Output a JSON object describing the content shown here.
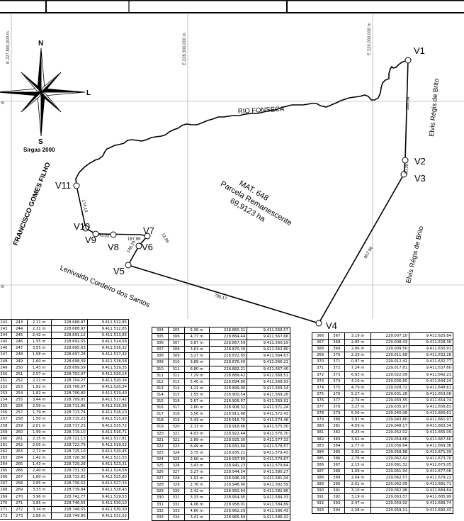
{
  "grid": {
    "easting_labels": [
      "E 227.800,000 m",
      "E 228.300,000 m",
      "E 229.000,000 m"
    ],
    "edge_mark": "m"
  },
  "compass": {
    "north": "N",
    "east": "L",
    "south": "S",
    "datum": "Sirgas 2000"
  },
  "parcel": {
    "mat": "MAT. 648",
    "name": "Parcela Remanescente",
    "area": "69,9123 ha"
  },
  "river": "RIO FONSECA",
  "neighbors": {
    "north_east": "Elvis Régis de Brito",
    "south_east": "Elvis Régis de Brito",
    "west": "FRANCISCO GOMES FILHO",
    "south": "Lenivaldo Cordeiro dos Santos"
  },
  "vertices": {
    "V1": "V1",
    "V2": "V2",
    "V3": "V3",
    "V4": "V4",
    "V5": "V5",
    "V6": "V6",
    "V7": "V7",
    "V8": "V8",
    "V9": "V9",
    "V10": "V10",
    "V11": "V11"
  },
  "segments": {
    "v1_v2": "385,04",
    "v2_v3": "30,25",
    "v3_v4": "857,96",
    "v4_v5": "780,17",
    "v5_v6": "148,29",
    "v6_v7": "13,99",
    "v7_v8": "157,99",
    "v9_v10": "53,03",
    "v10_v11": "174,10"
  },
  "tables": {
    "left": [
      [
        "242",
        "243",
        "2,11 m",
        "228.688,97",
        "9.411.512,85"
      ],
      [
        "243",
        "244",
        "2,11 m",
        "228.688,97",
        "9.411.512,85"
      ],
      [
        "244",
        "245",
        "2,42 m",
        "228.691,12",
        "9.411.513,85"
      ],
      [
        "245",
        "246",
        "1,55 m",
        "228.692,55",
        "9.411.514,58"
      ],
      [
        "246",
        "247",
        "3,55 m",
        "228.695,63",
        "9.411.516,32"
      ],
      [
        "247",
        "248",
        "1,58 m",
        "228.697,28",
        "9.411.517,42"
      ],
      [
        "248",
        "249",
        "1,60 m",
        "228.698,39",
        "9.411.518,58"
      ],
      [
        "249",
        "250",
        "1,43 m",
        "228.699,59",
        "9.411.519,35"
      ],
      [
        "250",
        "251",
        "2,57 m",
        "228.702,07",
        "9.411.520,14"
      ],
      [
        "251",
        "252",
        "2,21 m",
        "228.704,27",
        "9.411.520,34"
      ],
      [
        "252",
        "253",
        "1,82 m",
        "228.706,07",
        "9.411.520,34"
      ],
      [
        "253",
        "254",
        "1,82 m",
        "228.706,80",
        "9.411.519,40"
      ],
      [
        "254",
        "255",
        "3,44 m",
        "228.709,81",
        "9.411.517,42"
      ],
      [
        "255",
        "256",
        "2,59 m",
        "228.711,96",
        "9.411.516,38"
      ],
      [
        "256",
        "257",
        "1,79 m",
        "228.713,74",
        "9.411.516,10"
      ],
      [
        "257",
        "258",
        "1,50 m",
        "228.715,23",
        "9.411.515,93"
      ],
      [
        "258",
        "259",
        "2,01 m",
        "228.717,23",
        "9.411.515,72"
      ],
      [
        "259",
        "260",
        "1,99 m",
        "228.719,10",
        "9.411.516,71"
      ],
      [
        "260",
        "261",
        "2,15 m",
        "228.721,13",
        "9.411.517,81"
      ],
      [
        "261",
        "262",
        "2,05 m",
        "228.722,79",
        "9.411.519,02"
      ],
      [
        "262",
        "263",
        "2,72 m",
        "228.725,10",
        "9.411.520,45"
      ],
      [
        "263",
        "264",
        "1,42 m",
        "228.726,38",
        "9.411.521,55"
      ],
      [
        "264",
        "265",
        "1,43 m",
        "228.729,28",
        "9.411.523,31"
      ],
      [
        "265",
        "266",
        "2,40 m",
        "228.731,32",
        "9.411.524,58"
      ],
      [
        "266",
        "267",
        "1,60 m",
        "228.732,83",
        "9.411.525,80"
      ],
      [
        "267",
        "268",
        "2,85 m",
        "228.736,53",
        "9.411.527,33"
      ],
      [
        "268",
        "269",
        "3,33 m",
        "228.739,84",
        "9.411.528,43"
      ],
      [
        "269",
        "270",
        "3,96 m",
        "228.742,77",
        "9.411.529,53"
      ],
      [
        "270",
        "271",
        "3,85 m",
        "228.746,55",
        "9.411.530,10"
      ],
      [
        "271",
        "272",
        "3,34 m",
        "228.748,55",
        "9.411.530,30"
      ],
      [
        "272",
        "273",
        "2,88 m",
        "228.749,90",
        "9.411.531,02"
      ]
    ],
    "middle": [
      [
        "304",
        "305",
        "5,36 m",
        "228.860,31",
        "9.411.568,57"
      ],
      [
        "305",
        "306",
        "4,77 m",
        "228.864,44",
        "9.411.567,66"
      ],
      [
        "306",
        "307",
        "3,87 m",
        "228.867,59",
        "9.411.560,19"
      ],
      [
        "307",
        "308",
        "3,63 m",
        "228.870,39",
        "9.411.562,80"
      ],
      [
        "308",
        "309",
        "3,27 m",
        "228.872,85",
        "9.411.564,67"
      ],
      [
        "309",
        "310",
        "3,89 m",
        "228.876,40",
        "9.411.566,21"
      ],
      [
        "310",
        "311",
        "6,80 m",
        "228.882,21",
        "9.411.567,40"
      ],
      [
        "311",
        "312",
        "7,29 m",
        "228.889,42",
        "9.411.568,51"
      ],
      [
        "312",
        "313",
        "5,40 m",
        "228.894,80",
        "9.411.568,93"
      ],
      [
        "313",
        "314",
        "4,21 m",
        "228.899,00",
        "9.411.569,14"
      ],
      [
        "314",
        "315",
        "1,55 m",
        "228.900,54",
        "9.411.569,28"
      ],
      [
        "315",
        "316",
        "5,67 m",
        "228.906,07",
        "9.411.569,91"
      ],
      [
        "316",
        "317",
        "2,60 m",
        "228.908,32",
        "9.411.571,24"
      ],
      [
        "317",
        "318",
        "3,56 m",
        "228.911,68",
        "9.411.572,43"
      ],
      [
        "318",
        "319",
        "5,43 m",
        "228.916,70",
        "9.411.574,46"
      ],
      [
        "319",
        "320",
        "2,13 m",
        "228.918,66",
        "9.411.575,30"
      ],
      [
        "320",
        "321",
        "4,03 m",
        "228.922,44",
        "9.411.576,70"
      ],
      [
        "321",
        "322",
        "2,89 m",
        "228.925,30",
        "9.411.577,33"
      ],
      [
        "322",
        "323",
        "6,49 m",
        "228.931,60",
        "9.411.578,57"
      ],
      [
        "323",
        "324",
        "3,75 m",
        "228.935,21",
        "9.411.579,43"
      ],
      [
        "324",
        "325",
        "2,60 m",
        "228.937,80",
        "9.411.579,67"
      ],
      [
        "325",
        "326",
        "3,43 m",
        "228.941,23",
        "9.411.579,64"
      ],
      [
        "326",
        "327",
        "3,27 m",
        "228.944,54",
        "9.411.580,27"
      ],
      [
        "327",
        "328",
        "1,91 m",
        "228.946,28",
        "9.411.581,04"
      ],
      [
        "328",
        "329",
        "2,76 m",
        "228.948,90",
        "9.411.582,59"
      ],
      [
        "329",
        "330",
        "2,42 m",
        "228.950,94",
        "9.411.582,86"
      ],
      [
        "330",
        "331",
        "3,33 m",
        "228.954,05",
        "9.411.584,33"
      ],
      [
        "331",
        "332",
        "4,06 m",
        "228.958,01",
        "9.411.584,89"
      ],
      [
        "332",
        "333",
        "4,60 m",
        "228.962,29",
        "9.411.586,43"
      ],
      [
        "333",
        "334",
        "3,41 m",
        "228.965,69",
        "9.411.586,42"
      ]
    ],
    "right": [
      [
        "366",
        "367",
        "3,19 m",
        "229.007,10",
        "9.411.625,84"
      ],
      [
        "367",
        "368",
        "2,85 m",
        "229.008,43",
        "9.411.628,36"
      ],
      [
        "368",
        "369",
        "2,86 m",
        "229.009,50",
        "9.411.630,91"
      ],
      [
        "369",
        "370",
        "2,29 m",
        "229.011,68",
        "9.411.632,28"
      ],
      [
        "370",
        "371",
        "0,97 m",
        "229.012,42",
        "9.411.632,77"
      ],
      [
        "371",
        "372",
        "7,24 m",
        "229.017,81",
        "9.411.637,60"
      ],
      [
        "372",
        "373",
        "6,93 m",
        "229.022,09",
        "9.411.642,21"
      ],
      [
        "373",
        "374",
        "4,10 m",
        "229.026,65",
        "9.411.644,24"
      ],
      [
        "374",
        "375",
        "4,79 m",
        "229.028,72",
        "9.411.648,61"
      ],
      [
        "375",
        "376",
        "5,27 m",
        "229.031,28",
        "9.411.653,08"
      ],
      [
        "376",
        "377",
        "2,74 m",
        "229.033,55",
        "9.411.654,74"
      ],
      [
        "377",
        "378",
        "3,27 m",
        "229.035,97",
        "9.411.656,83"
      ],
      [
        "378",
        "379",
        "5,50 m",
        "229.040,08",
        "9.411.660,61"
      ],
      [
        "379",
        "380",
        "3,97 m",
        "229.043,80",
        "9.411.661,97"
      ],
      [
        "380",
        "381",
        "4,59 m",
        "229.048,17",
        "9.411.663,34"
      ],
      [
        "381",
        "382",
        "4,23 m",
        "229.052,02",
        "9.411.665,09"
      ],
      [
        "382",
        "383",
        "3,62 m",
        "229.054,66",
        "9.411.667,60"
      ],
      [
        "383",
        "384",
        "2,77 m",
        "229.056,64",
        "9.411.669,36"
      ],
      [
        "384",
        "385",
        "3,02 m",
        "229.058,88",
        "9.411.671,39"
      ],
      [
        "385",
        "386",
        "2,76 m",
        "229.062,42",
        "9.411.673,70"
      ],
      [
        "386",
        "387",
        "2,15 m",
        "229.061,32",
        "9.411.675,05"
      ],
      [
        "387",
        "388",
        "1,69 m",
        "229.061,94",
        "9.411.677,06"
      ],
      [
        "388",
        "389",
        "2,04 m",
        "229.062,57",
        "9.411.679,22"
      ],
      [
        "389",
        "390",
        "2,61 m",
        "229.062,09",
        "9.411.681,71"
      ],
      [
        "390",
        "391",
        "3,10 m",
        "229.062,98",
        "9.411.684,64"
      ],
      [
        "391",
        "392",
        "3,19 m",
        "229.063,57",
        "9.411.685,99"
      ],
      [
        "392",
        "393",
        "2,47 m",
        "229.059,92",
        "9.411.689,74"
      ],
      [
        "393",
        "394",
        "2,28 m",
        "229.059,11",
        "9.411.690,43"
      ]
    ]
  }
}
